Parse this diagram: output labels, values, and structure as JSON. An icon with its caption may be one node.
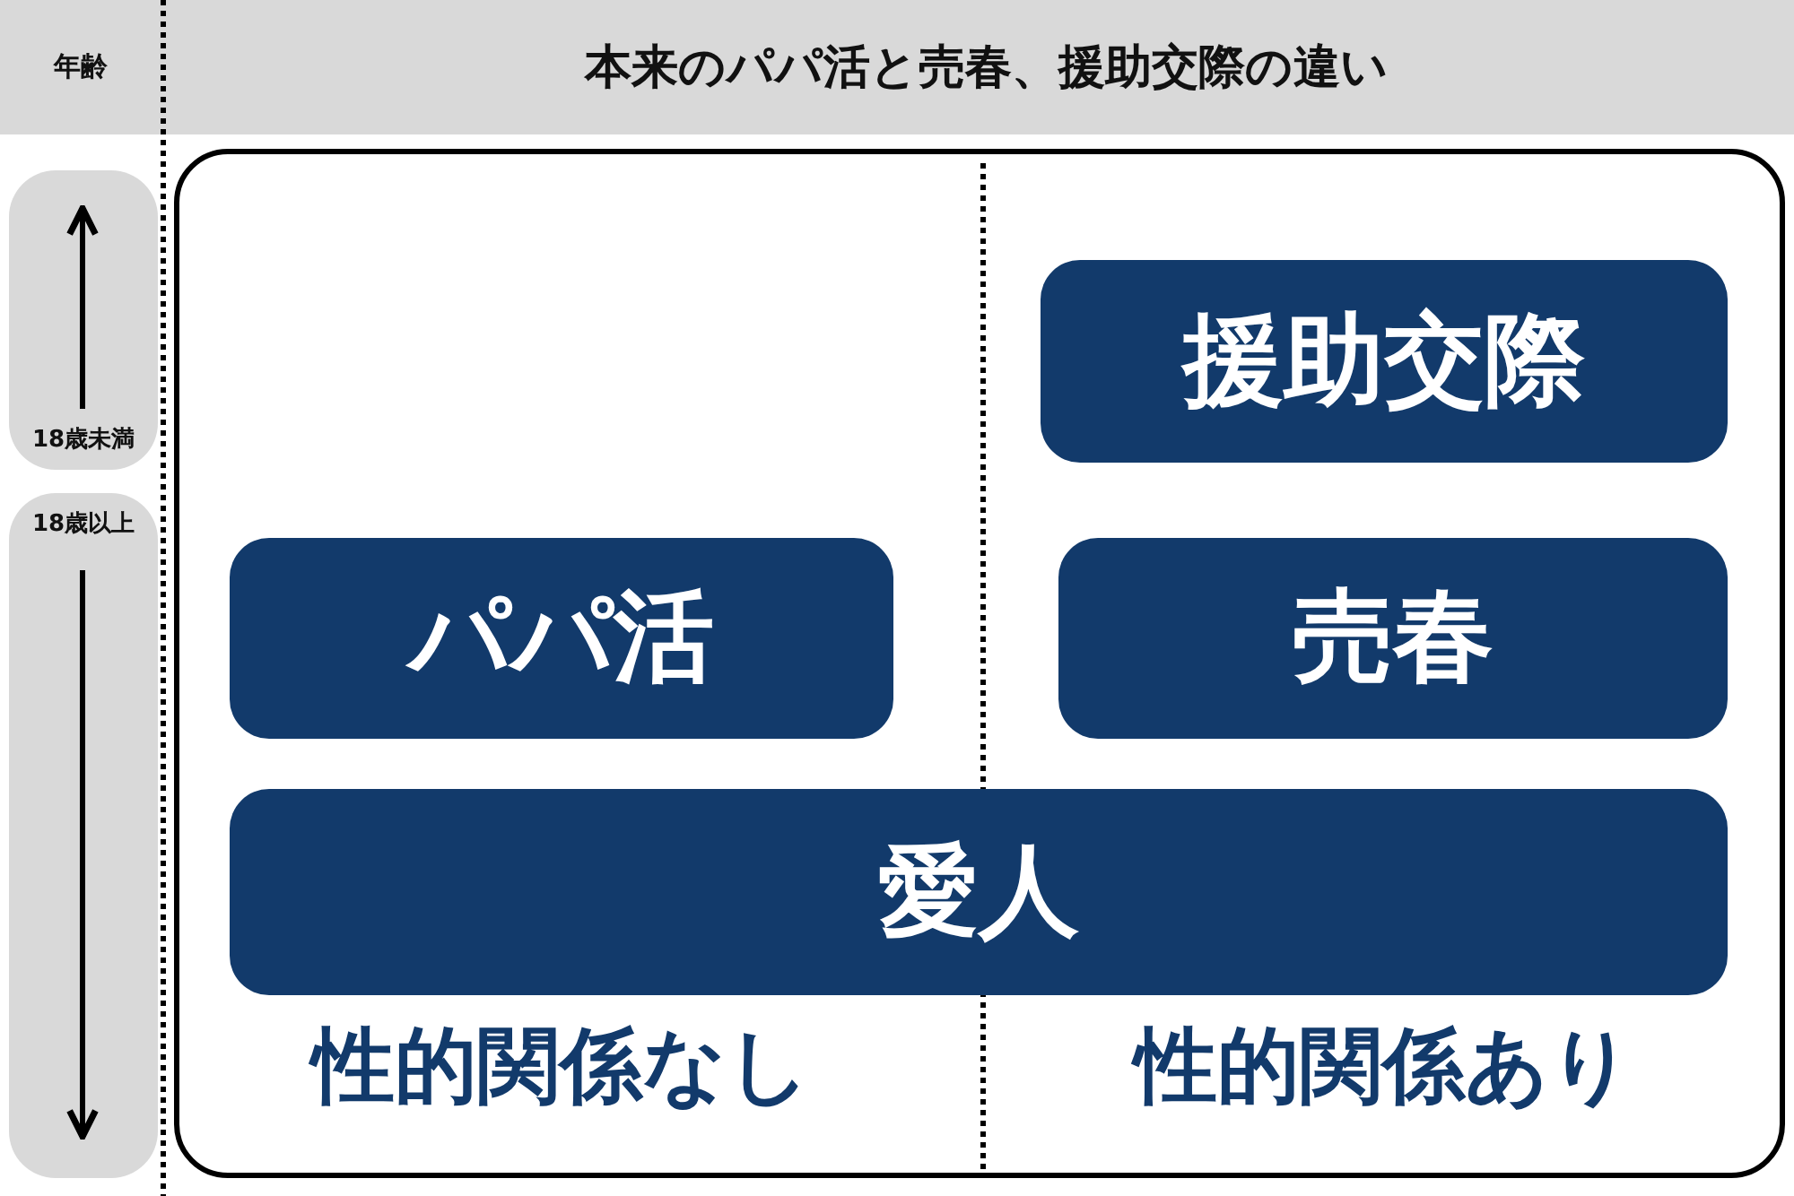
{
  "diagram": {
    "title": "本来のパパ活と売春、援助交際の違い",
    "nodes": [
      {
        "text": [
          "18歳未満"
        ]
      },
      {
        "text": [
          "18歳以上"
        ]
      },
      {
        "text": [],
        "shape": "box"
      },
      {
        "text": [
          "援助交際"
        ],
        "in": 2
      },
      {
        "text": [
          "パパ活"
        ],
        "in": 2
      },
      {
        "text": [
          "売春"
        ],
        "in": 2
      },
      {
        "text": [
          "愛人"
        ],
        "in": 2
      }
    ],
    "edges": [],
    "labels": [
      "年齢",
      "性的関係なし",
      "性的関係あり"
    ]
  }
}
